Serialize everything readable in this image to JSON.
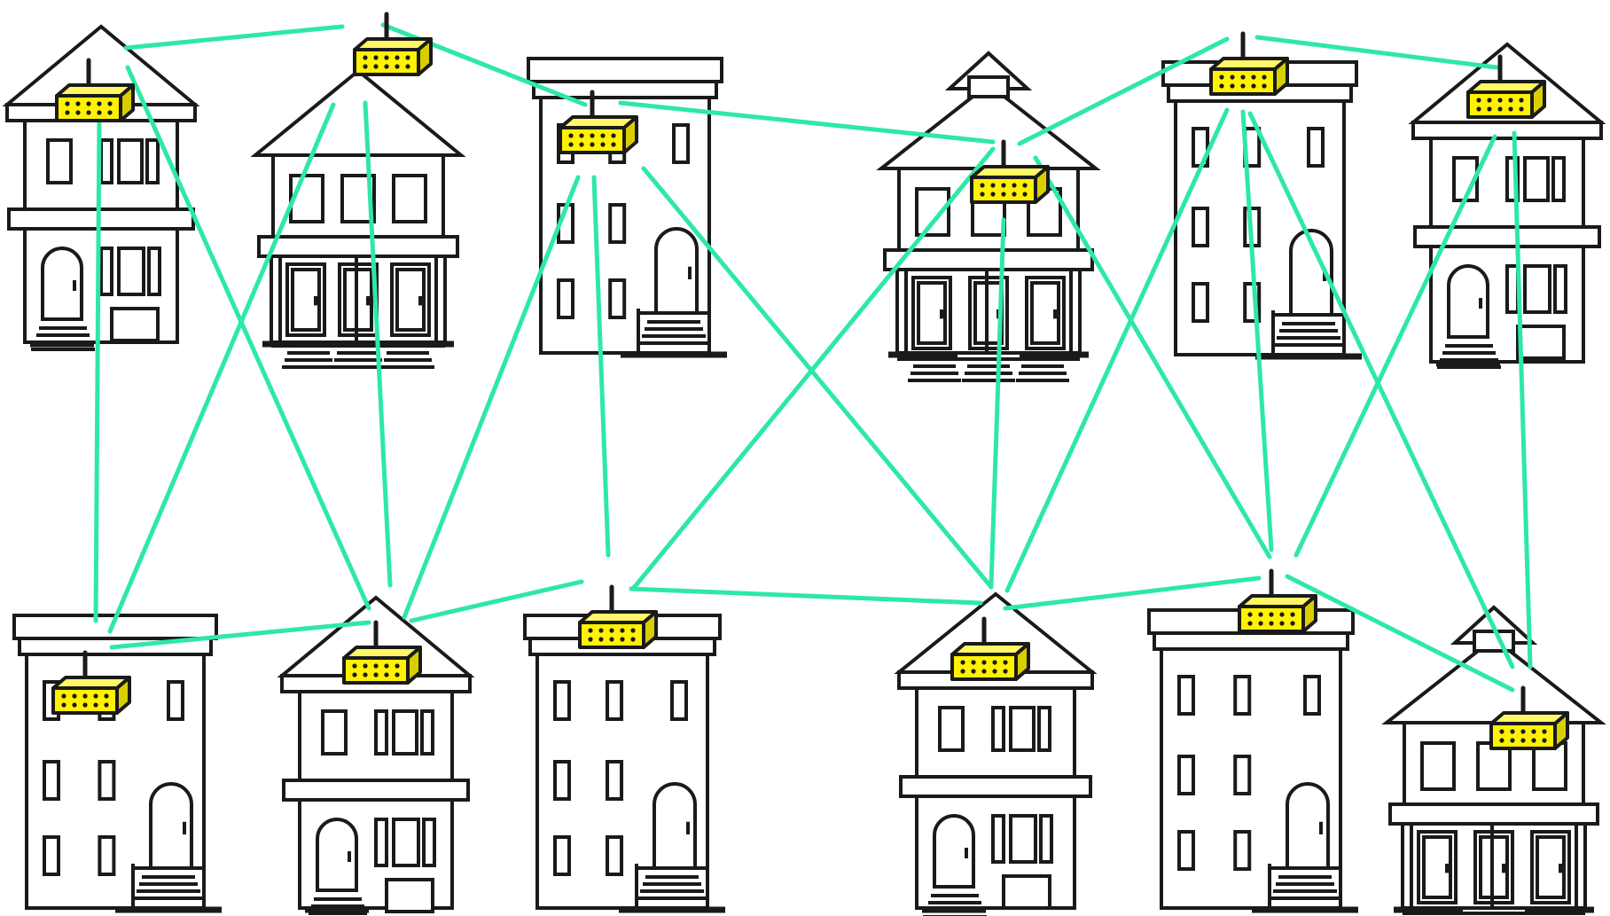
{
  "colors": {
    "mesh_link": "#2ee8a5",
    "router_body": "#fff200",
    "outline": "#1a1a1a",
    "background": "#ffffff"
  },
  "houses": [
    {
      "style": "gable-porch",
      "router": "roof"
    },
    {
      "style": "gable-three-door",
      "router": "above-roof"
    },
    {
      "style": "flat-rowhouse",
      "router": "wall"
    },
    {
      "style": "gable-three-door-dormer",
      "router": "wall"
    },
    {
      "style": "flat-rowhouse",
      "router": "roof"
    },
    {
      "style": "gable-porch",
      "router": "roof"
    },
    {
      "style": "flat-rowhouse",
      "router": "wall"
    },
    {
      "style": "gable-porch",
      "router": "roof"
    },
    {
      "style": "flat-rowhouse",
      "router": "roof"
    },
    {
      "style": "gable-porch",
      "router": "roof"
    },
    {
      "style": "flat-rowhouse",
      "router": "roof"
    },
    {
      "style": "gable-three-door-dormer",
      "router": "wall"
    }
  ],
  "icons": {
    "house": "house-icon",
    "router": "wifi-router-icon",
    "link": "mesh-link"
  }
}
